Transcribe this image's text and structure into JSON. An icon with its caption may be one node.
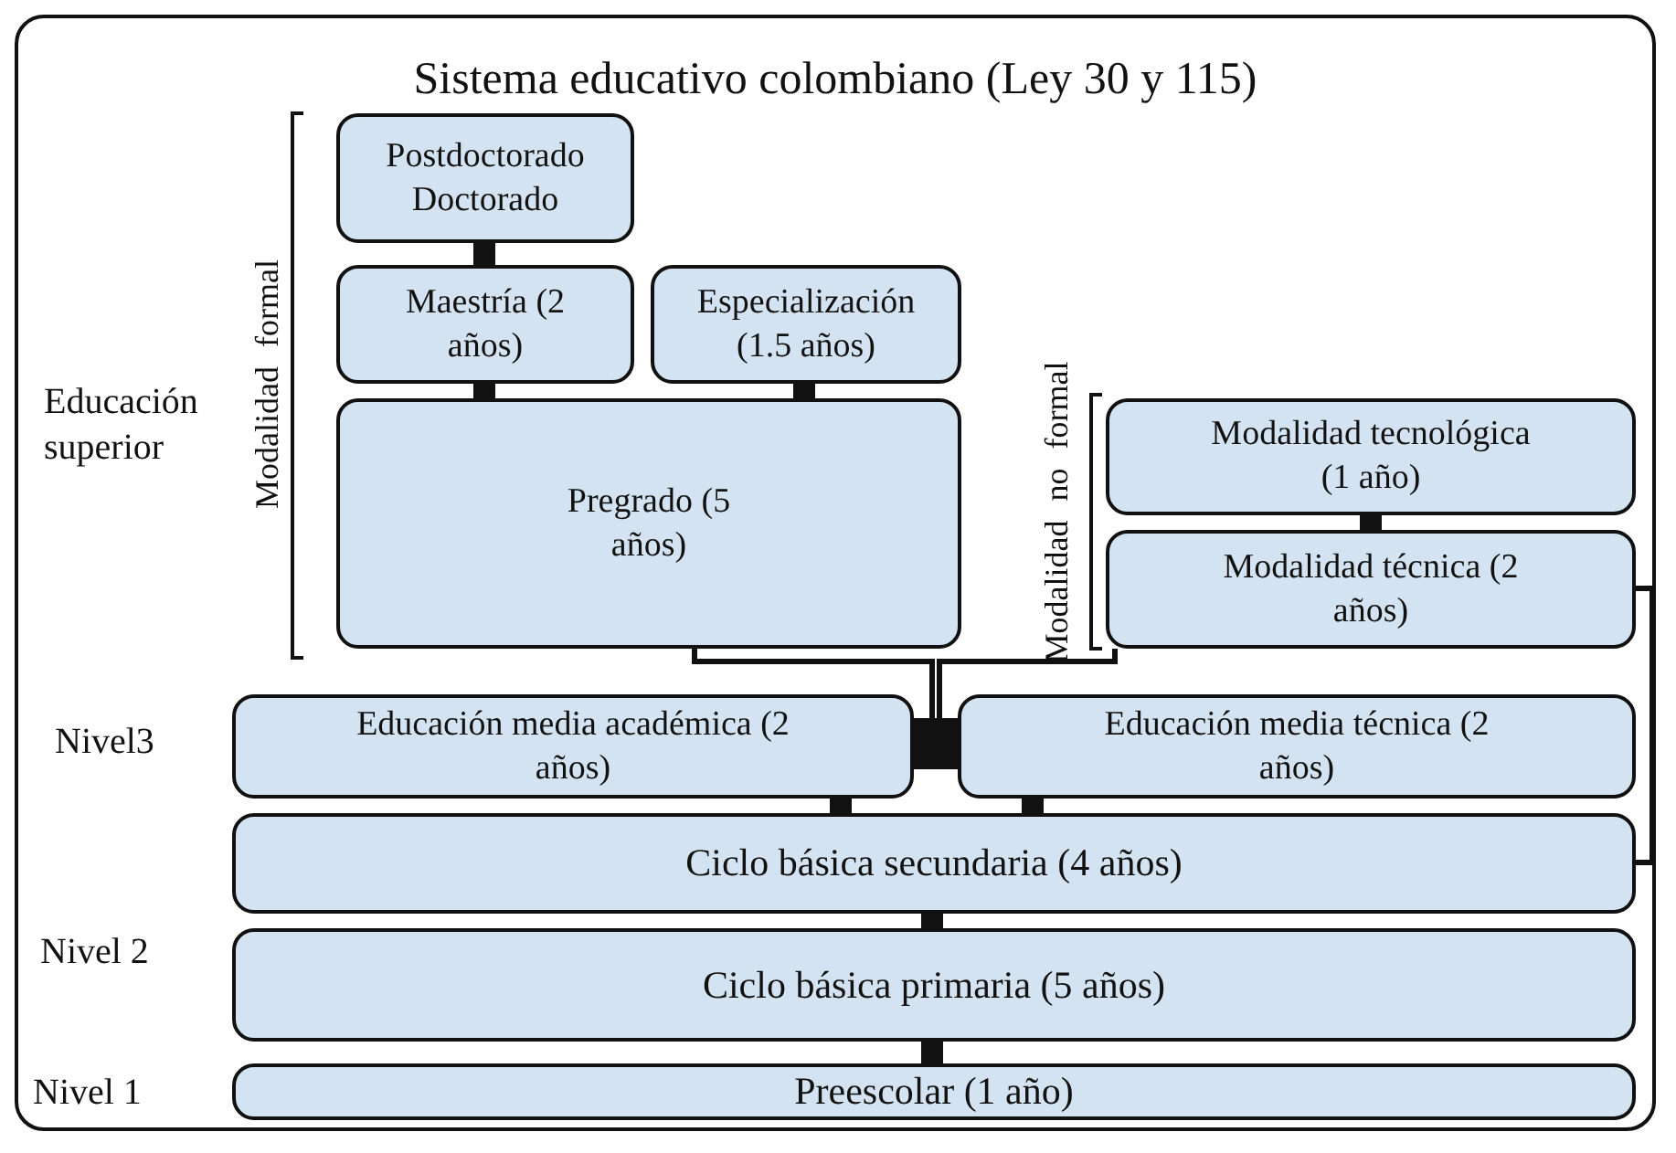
{
  "diagram": {
    "nodes": [
      {
        "text": [
          "Sistema educativo colombiano (Ley 30 y 115)"
        ]
      },
      {
        "text": [
          "Postdoctorado Doctorado"
        ],
        "in": 0
      },
      {
        "text": [
          "Maestría (2 años)"
        ],
        "in": 0
      },
      {
        "text": [
          "Especialización (1.5 años)"
        ],
        "in": 0
      },
      {
        "text": [
          "Pregrado (5 años)"
        ],
        "in": 0
      },
      {
        "text": [
          "Modalidad tecnológica (1 año)"
        ],
        "in": 0
      },
      {
        "text": [
          "Modalidad técnica (2 años)"
        ],
        "in": 0
      },
      {
        "text": [
          "Educación media académica (2 años)"
        ],
        "in": 0
      },
      {
        "text": [
          "Educación media técnica (2 años)"
        ],
        "in": 0
      },
      {
        "text": [
          "Ciclo básica secundaria (4 años)"
        ],
        "in": 0
      },
      {
        "text": [
          "Ciclo básica primaria (5 años)"
        ],
        "in": 0
      },
      {
        "text": [
          "Preescolar (1 año)"
        ],
        "in": 0
      }
    ],
    "edges": [
      {
        "from": 1,
        "to": 2,
        "arrow": "none"
      },
      {
        "from": 2,
        "to": 4,
        "arrow": "none"
      },
      {
        "from": 3,
        "to": 4,
        "arrow": "none"
      },
      {
        "from": 5,
        "to": 6,
        "arrow": "none"
      },
      {
        "from": 4,
        "to": 7,
        "arrow": "none"
      },
      {
        "from": 6,
        "to": 8,
        "arrow": "none"
      },
      {
        "from": 7,
        "to": 9,
        "arrow": "none"
      },
      {
        "from": 8,
        "to": 9,
        "arrow": "none"
      },
      {
        "from": 9,
        "to": 10,
        "arrow": "none"
      },
      {
        "from": 10,
        "to": 11,
        "arrow": "none"
      },
      {
        "from": 6,
        "to": 9,
        "arrow": "none"
      }
    ],
    "labels": [
      "Educación superior",
      "Modalidad formal",
      "Modalidad no formal",
      "Nivel3",
      "Nivel 2",
      "Nivel 1"
    ]
  }
}
